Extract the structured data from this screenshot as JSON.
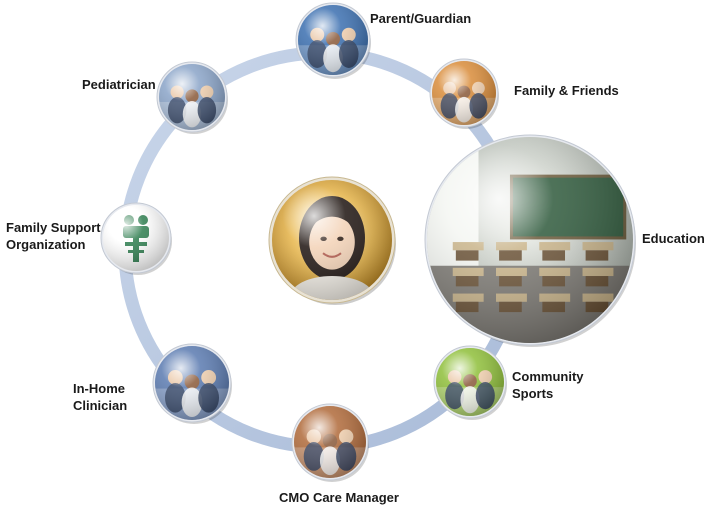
{
  "nodes": [
    {
      "id": "parent-guardian",
      "lines": [
        "Parent/Guardian"
      ],
      "icon": "family-cheering-photo-icon",
      "accent": "#3b6fb0"
    },
    {
      "id": "family-friends",
      "lines": [
        "Family & Friends"
      ],
      "icon": "friends-group-photo-icon",
      "accent": "#d98c3a"
    },
    {
      "id": "education",
      "lines": [
        "Education"
      ],
      "icon": "classroom-photo-icon",
      "accent": "#4f7a5a"
    },
    {
      "id": "community-sports",
      "lines": [
        "Community",
        "Sports"
      ],
      "icon": "soccer-players-photo-icon",
      "accent": "#8fbf3a"
    },
    {
      "id": "cmo-care-manager",
      "lines": [
        "CMO Care Manager"
      ],
      "icon": "care-manager-photo-icon",
      "accent": "#b06a3a"
    },
    {
      "id": "in-home-clinician",
      "lines": [
        "In-Home",
        "Clinician"
      ],
      "icon": "clinician-with-child-photo-icon",
      "accent": "#5a7ab0"
    },
    {
      "id": "family-support-organization",
      "lines": [
        "Family Support",
        "Organization"
      ],
      "icon": "family-support-logo-icon",
      "accent": "#2e7d4f"
    },
    {
      "id": "pediatrician",
      "lines": [
        "Pediatrician"
      ],
      "icon": "doctor-with-child-photo-icon",
      "accent": "#8aa4c8"
    }
  ],
  "center": {
    "icon": "smiling-girl-photo-icon",
    "accent": "#e0a83a"
  },
  "ring_color": "#b9c8e0"
}
